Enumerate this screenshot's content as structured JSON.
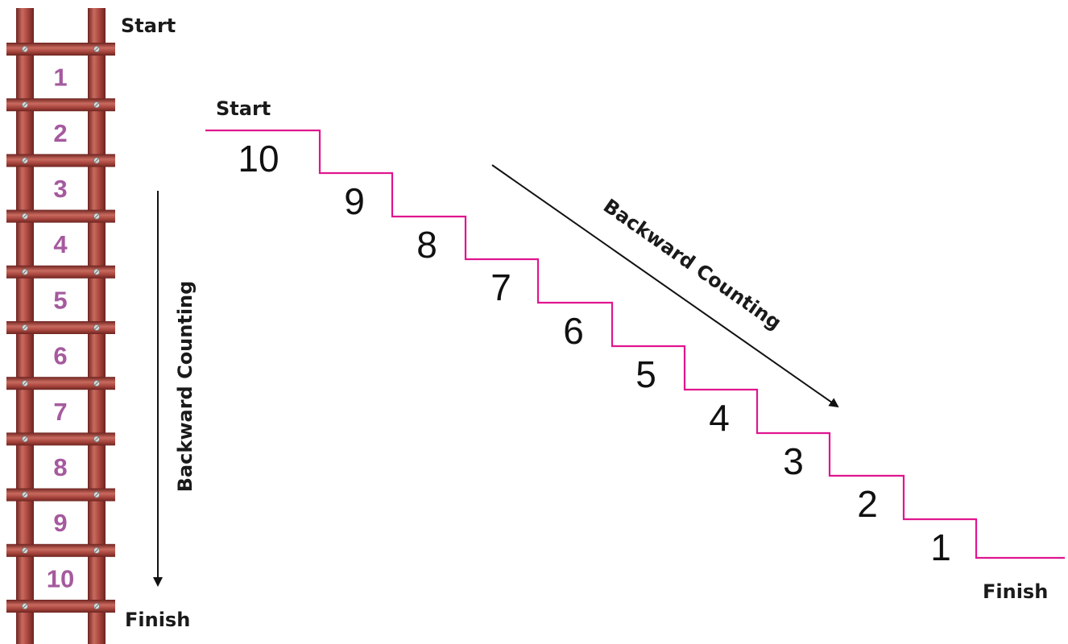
{
  "ladder": {
    "start_label": "Start",
    "finish_label": "Finish",
    "direction_label": "Backward Counting",
    "numbers": [
      "1",
      "2",
      "3",
      "4",
      "5",
      "6",
      "7",
      "8",
      "9",
      "10"
    ]
  },
  "staircase": {
    "start_label": "Start",
    "finish_label": "Finish",
    "direction_label": "Backward Counting",
    "numbers": [
      "10",
      "9",
      "8",
      "7",
      "6",
      "5",
      "4",
      "3",
      "2",
      "1"
    ]
  },
  "colors": {
    "ladder_wood": "#9e3a34",
    "ladder_highlight": "#c96a5f",
    "ladder_shadow": "#6e2420",
    "ladder_numbers": "#a55a9e",
    "stair_line": "#e0158f",
    "text": "#111111"
  }
}
